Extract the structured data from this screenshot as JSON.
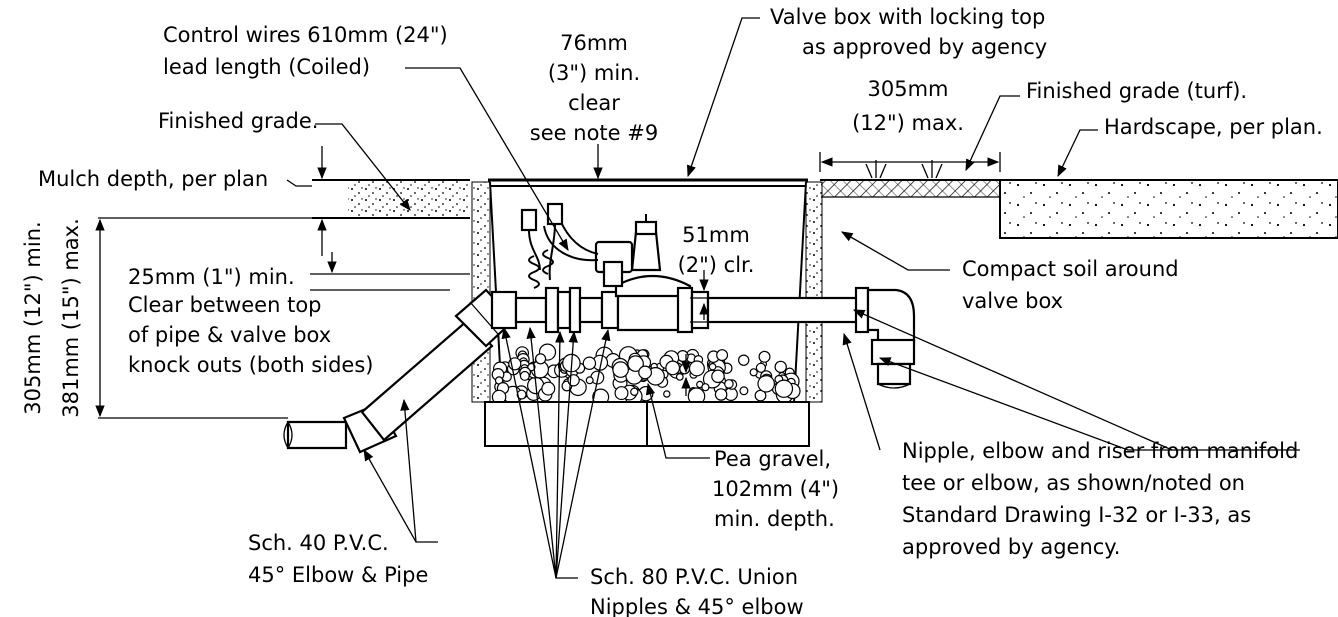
{
  "labels": {
    "control_wires_1": "Control wires 610mm (24\")",
    "control_wires_2": "lead length (Coiled)",
    "clear_1": "76mm",
    "clear_2": "(3\") min.",
    "clear_3": "clear",
    "clear_4": "see note #9",
    "valve_box_1": "Valve box with locking top",
    "valve_box_2": "as approved by agency",
    "turf_width_1": "305mm",
    "turf_width_2": "(12\") max.",
    "finished_turf": "Finished grade (turf).",
    "hardscape": "Hardscape, per plan.",
    "finished_grade": "Finished grade.",
    "mulch": "Mulch depth, per plan",
    "valve_clr_1": "51mm",
    "valve_clr_2": "(2\") clr.",
    "compact_1": "Compact soil around",
    "compact_2": "valve box",
    "pipe_clear_1": "25mm (1\") min.",
    "pipe_clear_2": "Clear between top",
    "pipe_clear_3": "of pipe & valve box",
    "pipe_clear_4": "knock outs (both sides)",
    "depth_min": "305mm (12\") min.",
    "depth_max": "381mm (15\") max.",
    "nipple_1": "Nipple, elbow and riser from manifold",
    "nipple_2": "tee or elbow, as shown/noted on",
    "nipple_3": "Standard Drawing I-32 or I-33, as",
    "nipple_4": "approved by agency.",
    "gravel_1": "Pea gravel,",
    "gravel_2": "102mm (4\")",
    "gravel_3": "min. depth.",
    "sch40_1": "Sch. 40 P.V.C.",
    "sch40_2": "45° Elbow & Pipe",
    "sch80_1": "Sch. 80 P.V.C. Union",
    "sch80_2": "Nipples & 45° elbow"
  }
}
